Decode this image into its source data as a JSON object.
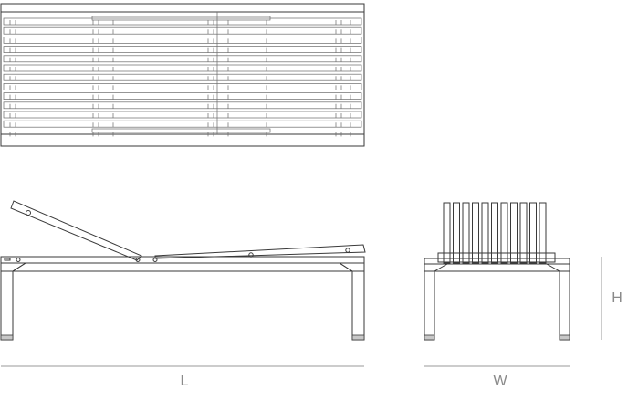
{
  "dimensions": {
    "length_label": "L",
    "width_label": "W",
    "height_label": "H"
  },
  "colors": {
    "line": "#3a3a3a",
    "dimension": "#9a9a9a",
    "label": "#8a8a8a"
  }
}
